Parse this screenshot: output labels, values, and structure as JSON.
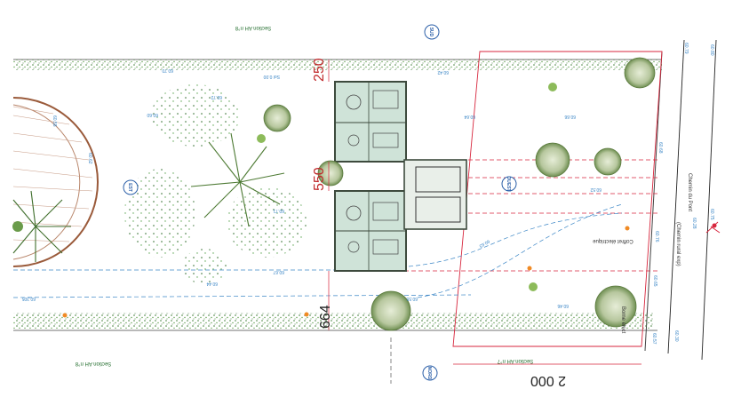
{
  "plan": {
    "section_labels": {
      "top": "Section AH n°8",
      "bottom_left": "Section AH n°8",
      "bottom_right": "Section AH n°7"
    },
    "compass": {
      "north": "NORD",
      "south": "SUD",
      "east": "EST",
      "west": "OUEST"
    },
    "dimensions": {
      "top_height": "250",
      "middle_height": "550",
      "bottom_height": "664",
      "bottom_width": "2 000"
    },
    "road_label": "Chemin du Pont",
    "road_label_2": "(Chemin rural exp)",
    "misc_label": "Coffret électrique",
    "misc_label_2": "Borne élect",
    "elevations": [
      "Sol 0.00",
      "60.72",
      "60.70",
      "60.64",
      "60.66",
      "60.67",
      "60.71",
      "60.74",
      "60.305",
      "60.42",
      "60.52",
      "60.55",
      "60.46",
      "60.44",
      "60.60",
      "60.58",
      "60.62",
      "60.80",
      "60.79",
      "60.68",
      "60.76",
      "60.65",
      "60.57",
      "60.30",
      "60.28",
      "60.75",
      "60.63"
    ],
    "colors": {
      "red": "#d7263d",
      "blue_line": "#3b86c6",
      "green_dark": "#2f5d2a",
      "house_fill": "#cfe3d8",
      "house_wall": "#3d4a3d",
      "tree": "#6f9a4a"
    }
  }
}
